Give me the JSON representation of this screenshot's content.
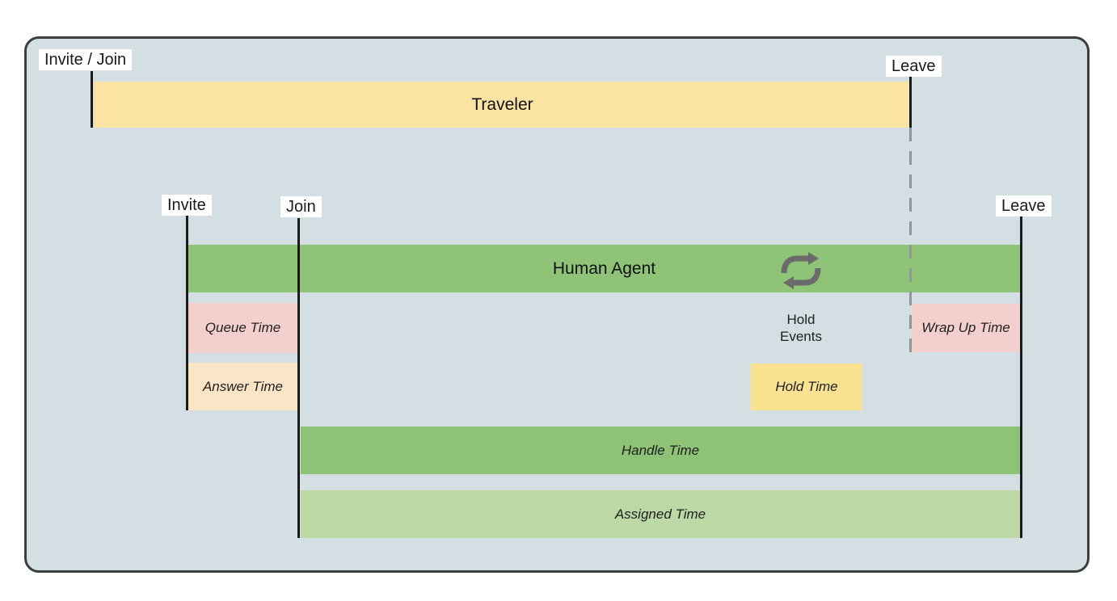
{
  "diagram": {
    "traveler_row": {
      "invite_join_label": "Invite / Join",
      "leave_label": "Leave",
      "bar_label": "Traveler"
    },
    "agent_row": {
      "invite_label": "Invite",
      "join_label": "Join",
      "leave_label": "Leave",
      "bar_label": "Human Agent"
    },
    "metrics": {
      "queue_time_label": "Queue Time",
      "answer_time_label": "Answer Time",
      "hold_events_line1": "Hold",
      "hold_events_line2": "Events",
      "hold_time_label": "Hold Time",
      "wrap_up_time_label": "Wrap Up Time",
      "handle_time_label": "Handle Time",
      "assigned_time_label": "Assigned Time"
    },
    "icons": {
      "repeat_icon": "repeat-cycle-arrows"
    },
    "colors": {
      "canvas_background": "#ffffff",
      "panel_background": "#d3dfe3",
      "panel_border": "#3a3f3d",
      "traveler_bar": "#fbe3a2",
      "agent_bar": "#8ec378",
      "handle_bar": "#8ec277",
      "assigned_bar": "#bbd8a5",
      "queue_box": "#f3cfcd",
      "answer_box": "#fce5c7",
      "hold_box": "#fbe292",
      "wrap_up_box": "#f3cfcd",
      "event_line": "#1b1b1b",
      "dashed_line": "#909698",
      "icon_gray": "#6b6b6b",
      "label_background": "#ffffff"
    }
  }
}
